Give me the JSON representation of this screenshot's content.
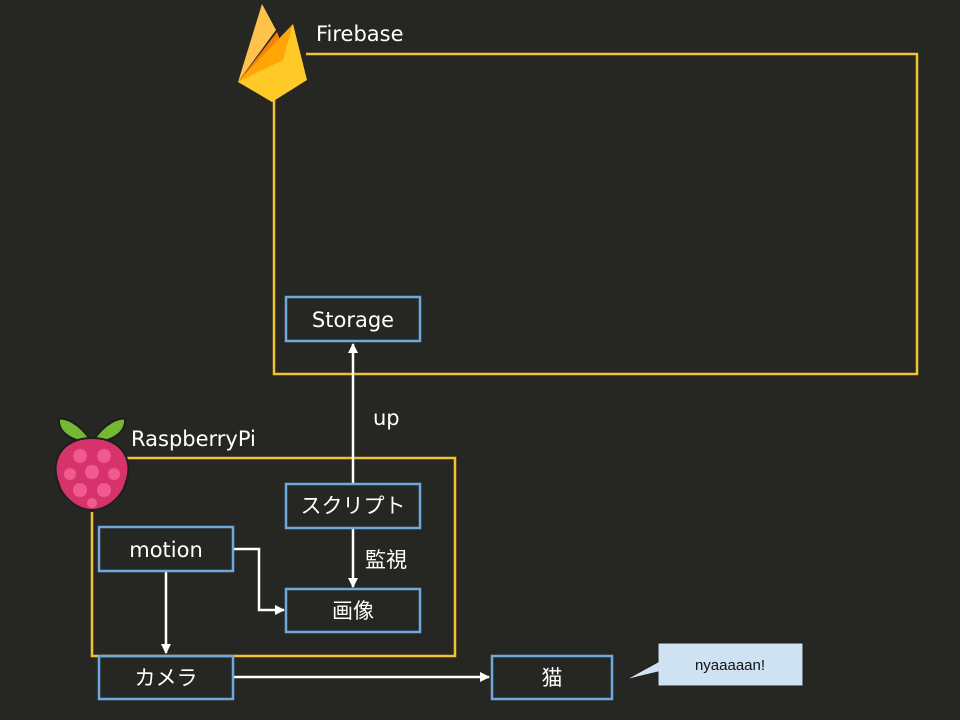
{
  "diagram": {
    "groups": {
      "firebase": {
        "label": "Firebase"
      },
      "raspberrypi": {
        "label": "RaspberryPi"
      }
    },
    "nodes": {
      "storage": {
        "label": "Storage"
      },
      "script": {
        "label": "スクリプト"
      },
      "motion": {
        "label": "motion"
      },
      "image": {
        "label": "画像"
      },
      "camera": {
        "label": "カメラ"
      },
      "cat": {
        "label": "猫"
      }
    },
    "edges": {
      "script_to_storage": {
        "label": "up"
      },
      "script_to_image": {
        "label": "監視"
      }
    },
    "callout": {
      "text": "nyaaaaan!"
    }
  },
  "colors": {
    "background": "#262623",
    "group_border": "#f1c232",
    "node_border": "#6fa8dc",
    "arrow": "#ffffff",
    "callout_fill": "#cfe2f3"
  },
  "icons": {
    "firebase": "firebase-logo-icon",
    "raspberrypi": "raspberry-pi-logo-icon"
  }
}
